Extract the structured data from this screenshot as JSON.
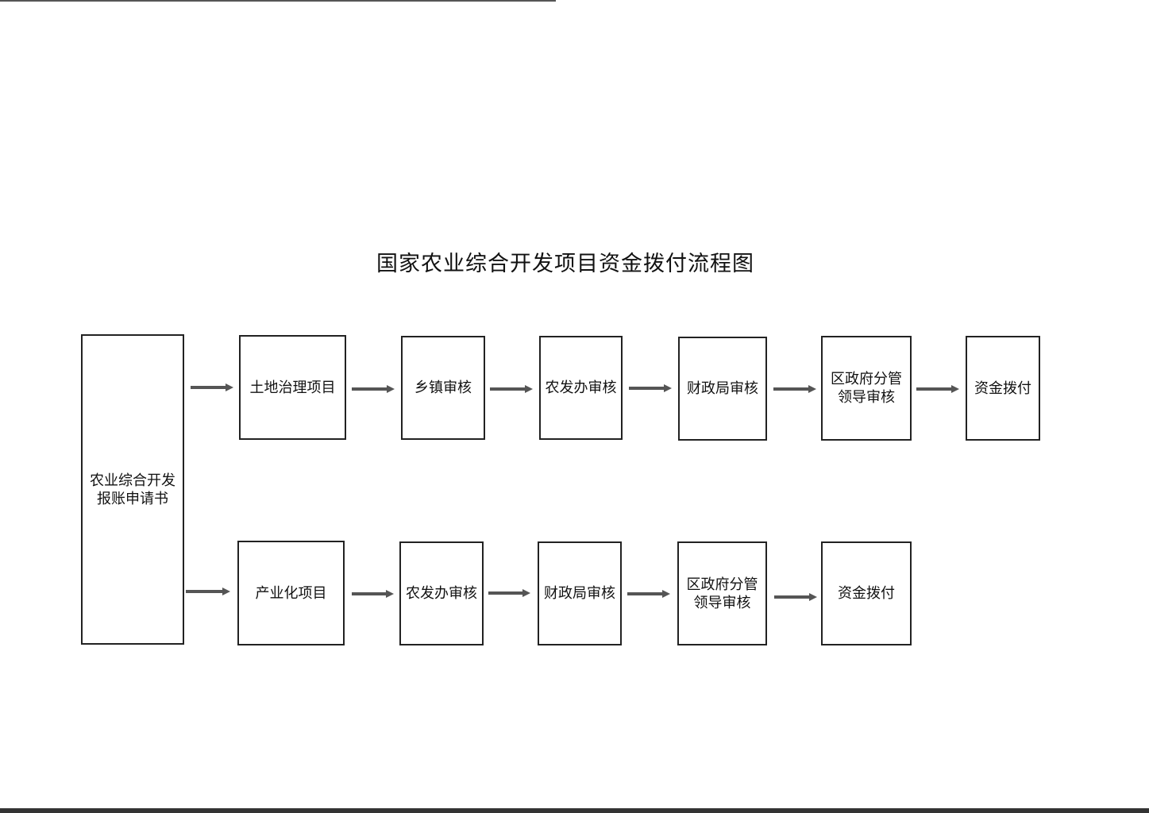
{
  "title": "国家农业综合开发项目资金拨付流程图",
  "start_node": "农业综合开发\n报账申请书",
  "row1": [
    "土地治理项目",
    "乡镇审核",
    "农发办审核",
    "财政局审核",
    "区政府分管\n领导审核",
    "资金拨付"
  ],
  "row2": [
    "产业化项目",
    "农发办审核",
    "财政局审核",
    "区政府分管\n领导审核",
    "资金拨付"
  ],
  "colors": {
    "border": "#222222",
    "arrow": "#555555"
  },
  "icons": {
    "connector": "right-arrow-icon"
  }
}
